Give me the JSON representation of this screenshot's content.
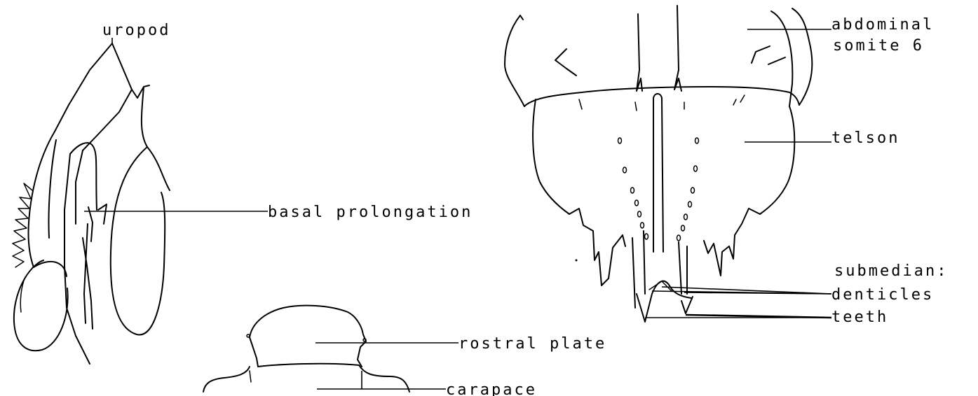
{
  "labels": {
    "uropod": "uropod",
    "basal_prolongation": "basal prolongation",
    "rostral_plate": "rostral plate",
    "carapace": "carapace",
    "abdominal_line1": "abdominal",
    "abdominal_line2": "somite 6",
    "telson": "telson",
    "submedian": "submedian:",
    "denticles": "denticles",
    "teeth": "teeth"
  }
}
